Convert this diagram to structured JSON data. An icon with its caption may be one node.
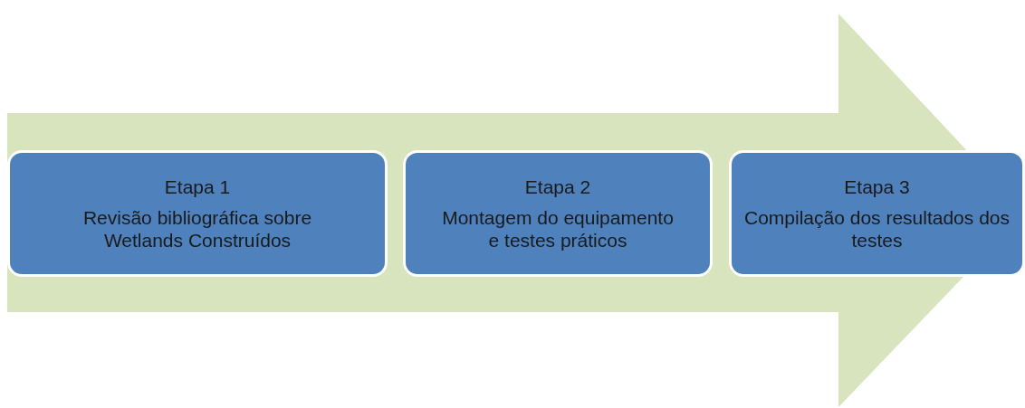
{
  "diagram": {
    "nodes": [
      {
        "text": [
          "Etapa 1",
          "Revisão bibliográfica sobre Wetlands Construídos"
        ]
      },
      {
        "text": [
          "Etapa 2",
          "Montagem do equipamento e testes práticos"
        ]
      },
      {
        "text": [
          "Etapa 3",
          "Compilação dos resultados dos testes"
        ]
      }
    ],
    "edges": [
      {
        "from": 0,
        "to": 2,
        "arrow": "to"
      }
    ]
  }
}
